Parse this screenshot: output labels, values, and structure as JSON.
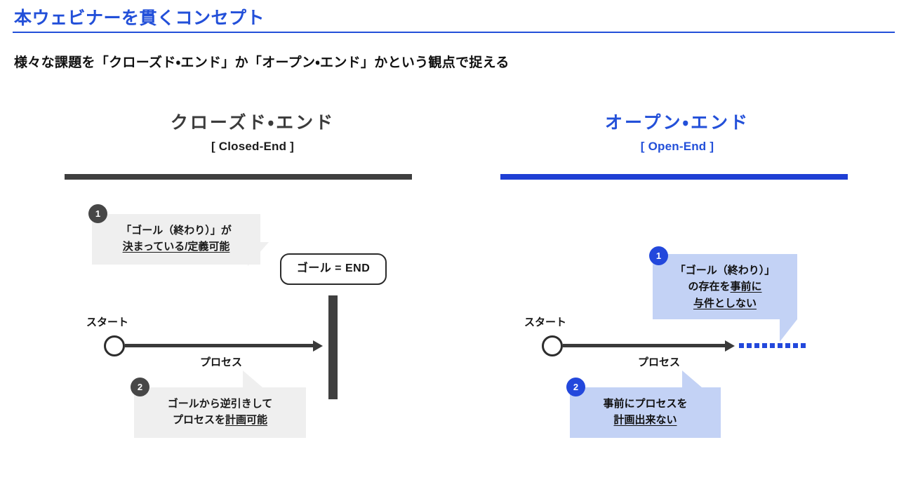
{
  "header": {
    "title": "本ウェビナーを貫くコンセプト",
    "subtitle": "様々な課題を「クローズド・エンド」か「オープン・エンド」かという観点で捉える",
    "accent_color": "#2350d9"
  },
  "columns": {
    "closed": {
      "heading_jp": "クローズド・エンド",
      "heading_en": "[ Closed-End ]",
      "rule_color": "#3f3f3f",
      "text_color": "#3b3b3b",
      "bubble_bg": "#efefef",
      "badge_color": "#474747",
      "callouts": [
        {
          "number": "1",
          "lines": [
            {
              "text": "「ゴール（終わり）」が",
              "underline": false
            },
            {
              "text": "決まっている/定義可能",
              "underline": true
            }
          ]
        },
        {
          "number": "2",
          "lines": [
            {
              "text": "ゴールから逆引きして",
              "underline": false
            },
            {
              "text_plain": "プロセスを",
              "text_underline": "計画可能"
            }
          ]
        }
      ],
      "goal_pill": "ゴール = END",
      "start_label": "スタート",
      "process_label": "プロセス"
    },
    "open": {
      "heading_jp": "オープン・エンド",
      "heading_en": "[ Open-End ]",
      "rule_color": "#1f3fd4",
      "text_color": "#2350d9",
      "bubble_bg": "#c3d2f5",
      "badge_color": "#2348dc",
      "dotted_color": "#2348dc",
      "callouts": [
        {
          "number": "1",
          "lines": [
            {
              "text": "「ゴール（終わり）」",
              "underline": false
            },
            {
              "text_plain": "の存在を",
              "text_underline": "事前に"
            },
            {
              "text": "与件としない",
              "underline": true
            }
          ]
        },
        {
          "number": "2",
          "lines": [
            {
              "text": "事前にプロセスを",
              "underline": false
            },
            {
              "text": "計画出来ない",
              "underline": true
            }
          ]
        }
      ],
      "start_label": "スタート",
      "process_label": "プロセス",
      "dot_count": 9
    }
  }
}
